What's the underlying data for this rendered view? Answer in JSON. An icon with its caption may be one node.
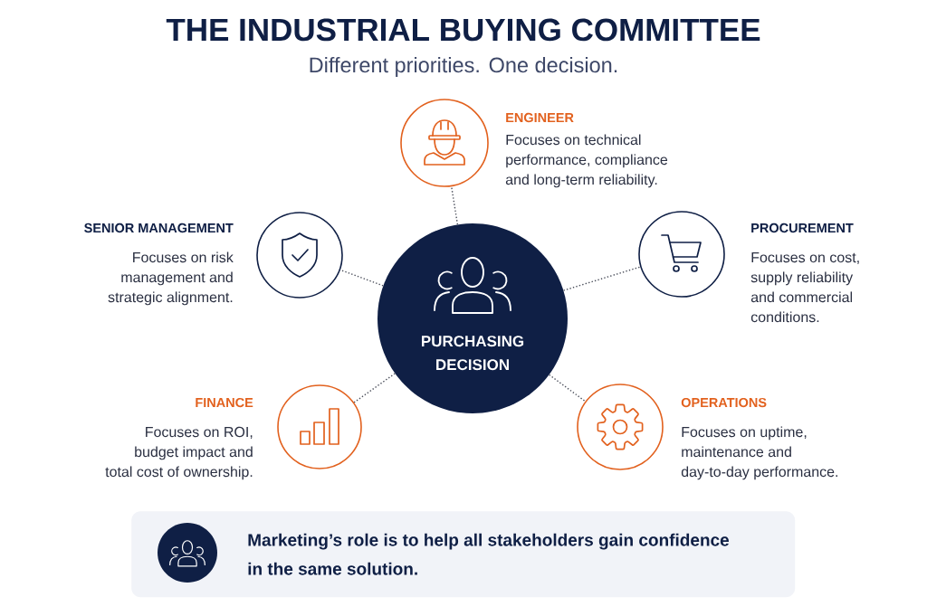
{
  "diagram": {
    "title": "THE INDUSTRIAL BUYING COMMITTEE",
    "nodes": [
      {
        "text": [
          "ENGINEER",
          "Focuses on technical performance, compliance and long-term reliability."
        ]
      },
      {
        "text": [
          "SENIOR MANAGEMENT",
          "Focuses on risk management and strategic alignment."
        ]
      },
      {
        "text": [
          "PROCUREMENT",
          "Focuses on cost, supply reliability and commercial conditions."
        ]
      },
      {
        "text": [
          "PURCHASING DECISION"
        ]
      },
      {
        "text": [
          "FINANCE",
          "Focuses on ROI, budget impact and total cost of ownership."
        ]
      },
      {
        "text": [
          "OPERATIONS",
          "Focuses on uptime, maintenance and day-to-day performance."
        ]
      },
      {
        "text": [
          "Marketing’s role is to help all stakeholders gain confidence in the same solution."
        ]
      }
    ],
    "edges": [
      {
        "from": 3,
        "to": 0,
        "arrow": "none"
      },
      {
        "from": 3,
        "to": 1,
        "arrow": "none"
      },
      {
        "from": 3,
        "to": 2,
        "arrow": "none"
      },
      {
        "from": 3,
        "to": 4,
        "arrow": "none"
      },
      {
        "from": 3,
        "to": 5,
        "arrow": "none"
      }
    ],
    "labels": [
      "Different priorities. One decision."
    ]
  }
}
